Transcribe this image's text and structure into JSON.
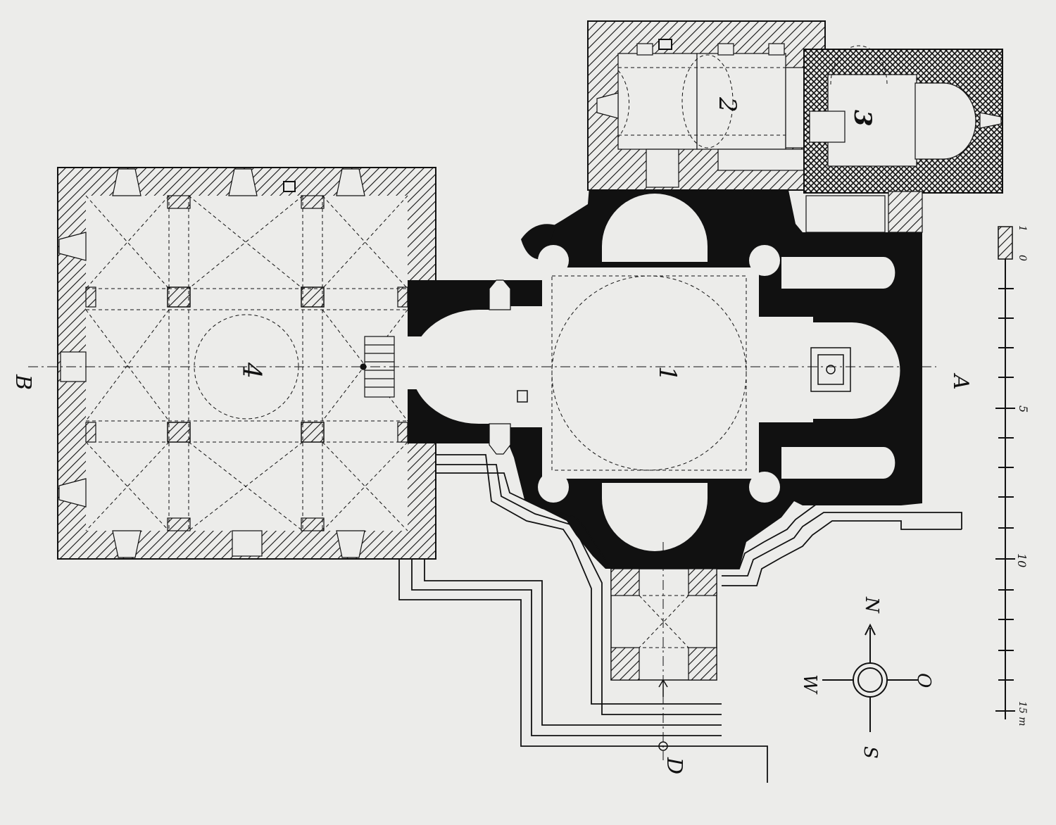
{
  "plan": {
    "rooms": [
      {
        "id": "naos",
        "label": "1"
      },
      {
        "id": "chapel-north",
        "label": "2"
      },
      {
        "id": "chapel-east",
        "label": "3"
      },
      {
        "id": "narthex",
        "label": "4"
      }
    ],
    "sections": {
      "a": "A",
      "b": "B",
      "d": "D"
    },
    "compass": {
      "north": "N",
      "east": "O",
      "south": "S",
      "west": "W"
    },
    "scale": {
      "ticks": [
        "1",
        "0",
        "5",
        "10",
        "15 m"
      ]
    },
    "colors": {
      "paper": "#ececea",
      "ink": "#111111"
    }
  }
}
